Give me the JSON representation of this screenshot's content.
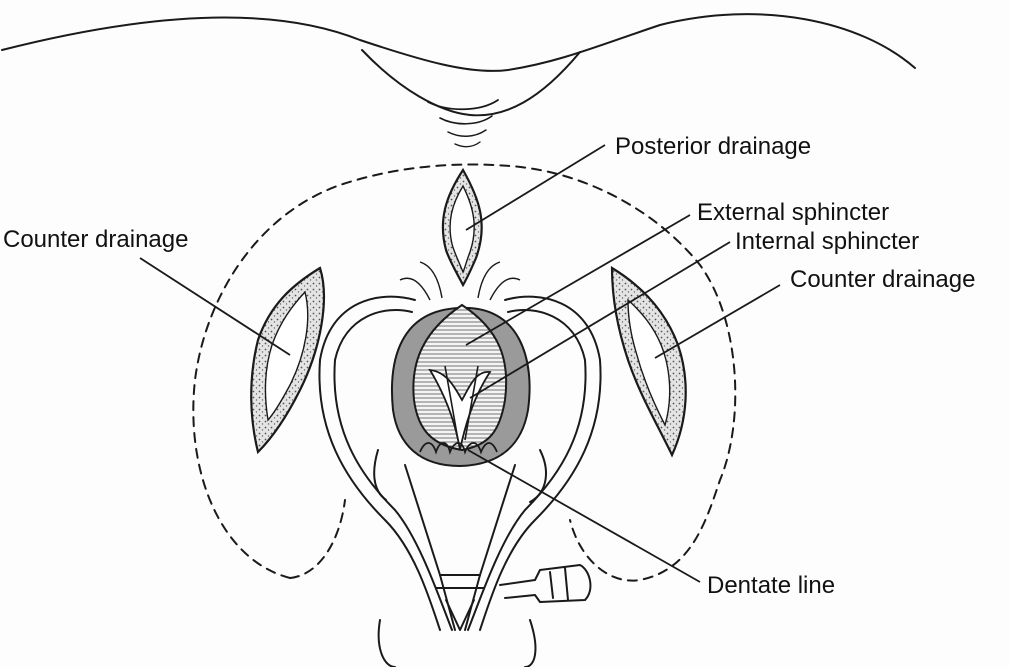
{
  "labels": {
    "posterior_drainage": "Posterior drainage",
    "external_sphincter": "External sphincter",
    "internal_sphincter": "Internal sphincter",
    "counter_drainage_left": "Counter drainage",
    "counter_drainage_right": "Counter drainage",
    "dentate_line": "Dentate line"
  },
  "colors": {
    "ink": "#1a1a1a",
    "sphincter_fill": "#9a9a9a",
    "incision_fill": "#d8d8d8",
    "background": "#fdfdfd"
  }
}
